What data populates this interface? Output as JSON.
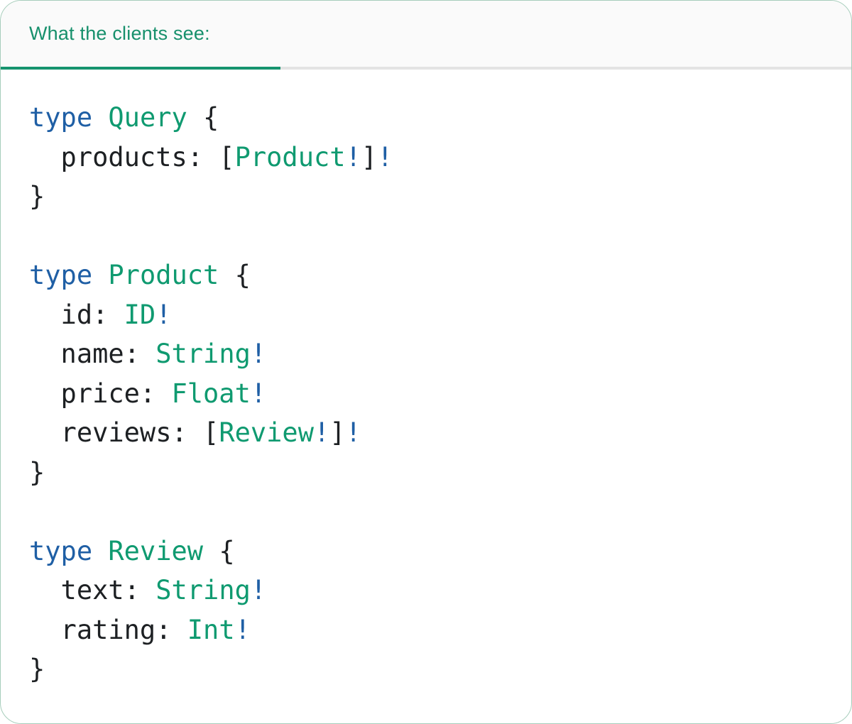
{
  "header": {
    "tab_label": "What the clients see:"
  },
  "colors": {
    "tab_text": "#17906C",
    "tab_underline": "#16936E",
    "divider": "#E3E3E3",
    "header_bg": "#FAFAFA",
    "card_border": "#A6CDBB",
    "keyword": "#1F5FA5",
    "type_name": "#0F9A70",
    "plain": "#1D2023",
    "bang": "#1F5FA5"
  },
  "code": {
    "language": "graphql",
    "text": "type Query {\n  products: [Product!]!\n}\n\ntype Product {\n  id: ID!\n  name: String!\n  price: Float!\n  reviews: [Review!]!\n}\n\ntype Review {\n  text: String!\n  rating: Int!\n}",
    "lines": [
      [
        [
          "kw",
          "type"
        ],
        [
          "pl",
          " "
        ],
        [
          "ty",
          "Query"
        ],
        [
          "pl",
          " {"
        ]
      ],
      [
        [
          "pl",
          "  products: ["
        ],
        [
          "ty",
          "Product"
        ],
        [
          "bang",
          "!"
        ],
        [
          "pl",
          "]"
        ],
        [
          "bang",
          "!"
        ]
      ],
      [
        [
          "pl",
          "}"
        ]
      ],
      [],
      [
        [
          "kw",
          "type"
        ],
        [
          "pl",
          " "
        ],
        [
          "ty",
          "Product"
        ],
        [
          "pl",
          " {"
        ]
      ],
      [
        [
          "pl",
          "  id: "
        ],
        [
          "ty",
          "ID"
        ],
        [
          "bang",
          "!"
        ]
      ],
      [
        [
          "pl",
          "  name: "
        ],
        [
          "ty",
          "String"
        ],
        [
          "bang",
          "!"
        ]
      ],
      [
        [
          "pl",
          "  price: "
        ],
        [
          "ty",
          "Float"
        ],
        [
          "bang",
          "!"
        ]
      ],
      [
        [
          "pl",
          "  reviews: ["
        ],
        [
          "ty",
          "Review"
        ],
        [
          "bang",
          "!"
        ],
        [
          "pl",
          "]"
        ],
        [
          "bang",
          "!"
        ]
      ],
      [
        [
          "pl",
          "}"
        ]
      ],
      [],
      [
        [
          "kw",
          "type"
        ],
        [
          "pl",
          " "
        ],
        [
          "ty",
          "Review"
        ],
        [
          "pl",
          " {"
        ]
      ],
      [
        [
          "pl",
          "  text: "
        ],
        [
          "ty",
          "String"
        ],
        [
          "bang",
          "!"
        ]
      ],
      [
        [
          "pl",
          "  rating: "
        ],
        [
          "ty",
          "Int"
        ],
        [
          "bang",
          "!"
        ]
      ],
      [
        [
          "pl",
          "}"
        ]
      ]
    ]
  }
}
